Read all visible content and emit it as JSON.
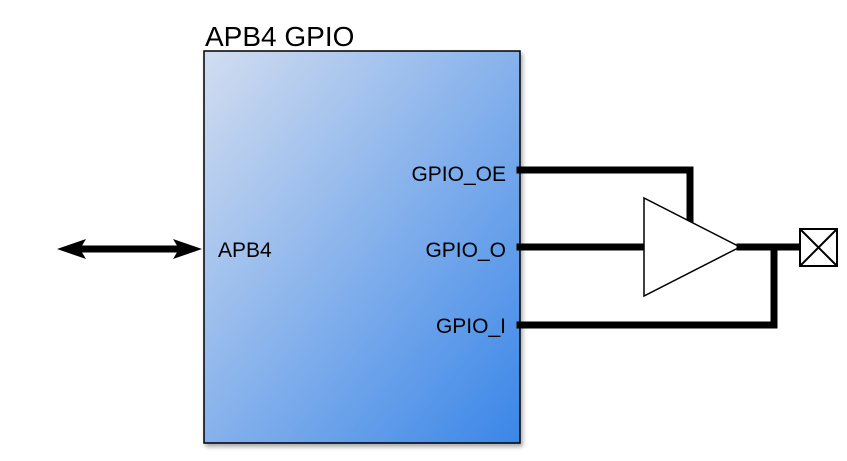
{
  "block": {
    "title": "APB4 GPIO",
    "fill_gradient_start": "#d2ddf0",
    "fill_gradient_end": "#3a86e8",
    "border_color": "#000000"
  },
  "ports": {
    "bus": "APB4",
    "output_enable": "GPIO_OE",
    "output": "GPIO_O",
    "input": "GPIO_I"
  },
  "icons": {
    "bus_arrow": "double-arrow-icon",
    "buffer": "tristate-buffer-icon",
    "pad": "io-pad-icon"
  },
  "colors": {
    "wire": "#000000"
  }
}
